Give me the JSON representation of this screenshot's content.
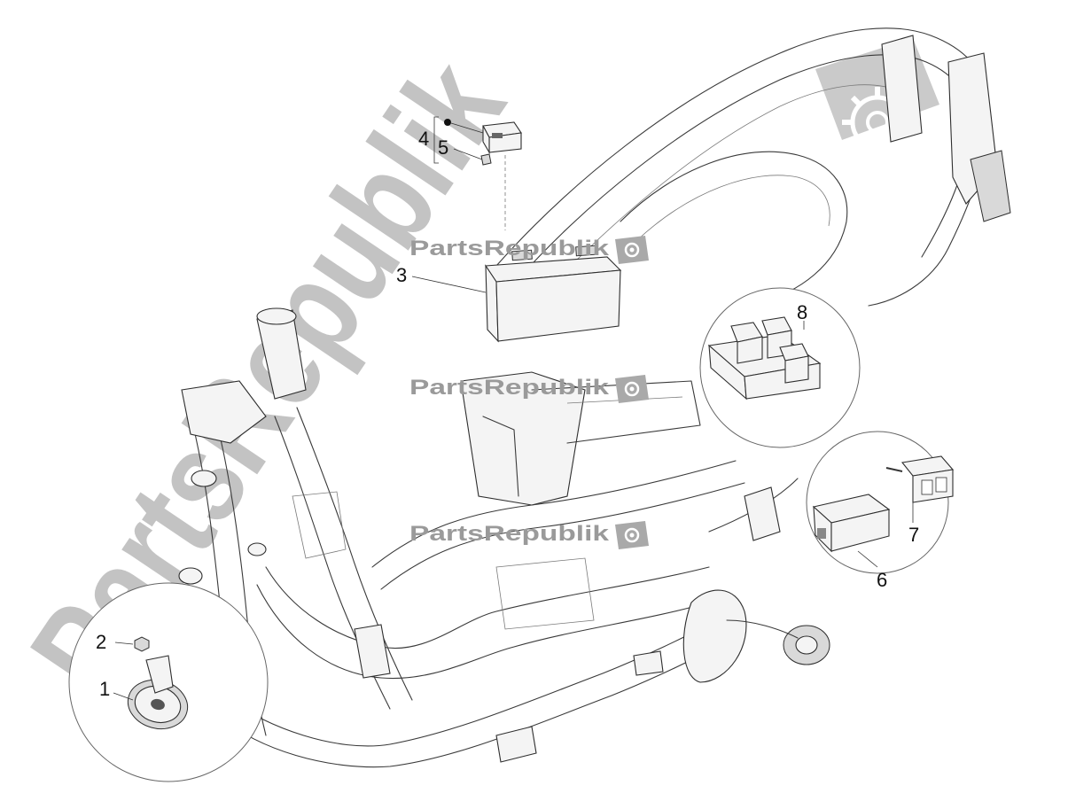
{
  "diagram": {
    "callouts": [
      {
        "id": "1",
        "label": "1"
      },
      {
        "id": "2",
        "label": "2"
      },
      {
        "id": "3",
        "label": "3"
      },
      {
        "id": "4",
        "label": "4"
      },
      {
        "id": "5",
        "label": "5"
      },
      {
        "id": "6",
        "label": "6"
      },
      {
        "id": "7",
        "label": "7"
      },
      {
        "id": "8",
        "label": "8"
      }
    ]
  },
  "watermark": {
    "brand": "PartsRepublik",
    "icon": "gear-flag-icon"
  },
  "colors": {
    "line": "#3a3a3a",
    "watermark": "#b9b9b9",
    "background": "#ffffff"
  }
}
